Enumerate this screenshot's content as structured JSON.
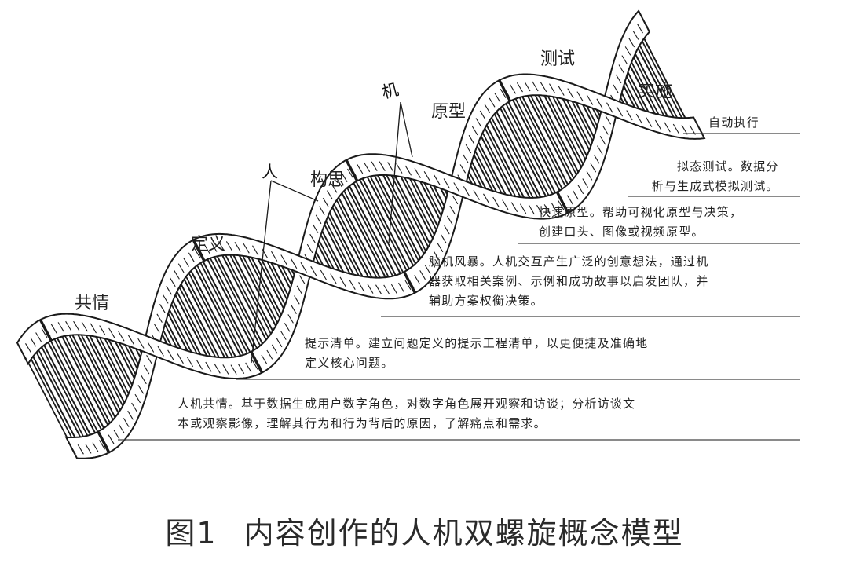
{
  "stages": [
    "共情",
    "定义",
    "构思",
    "原型",
    "测试",
    "实施"
  ],
  "actors": [
    "人",
    "机"
  ],
  "descriptions": [
    {
      "lines": [
        "自动执行"
      ]
    },
    {
      "lines": [
        "拟态测试。数据分",
        "析与生成式模拟测试。"
      ]
    },
    {
      "lines": [
        "快速原型。帮助可视化原型与决策，",
        "创建口头、图像或视频原型。"
      ]
    },
    {
      "lines": [
        "脑机风暴。人机交互产生广泛的创意想法，通过机",
        "器获取相关案例、示例和成功故事以启发团队，并",
        "辅助方案权衡决策。"
      ]
    },
    {
      "lines": [
        "提示清单。建立问题定义的提示工程清单，以更便捷及准确地",
        "定义核心问题。"
      ]
    },
    {
      "lines": [
        "人机共情。基于数据生成用户数字角色，对数字角色展开观察和访谈；分析访谈文",
        "本或观察影像，理解其行为和行为背后的原因，了解痛点和需求。"
      ]
    }
  ],
  "caption": {
    "label": "图1",
    "title": "内容创作的人机双螺旋概念模型"
  },
  "colors": {
    "ink": "#1a1a1a",
    "ribbon": "#ffffff",
    "background": "#ffffff",
    "rule": "#444444"
  }
}
